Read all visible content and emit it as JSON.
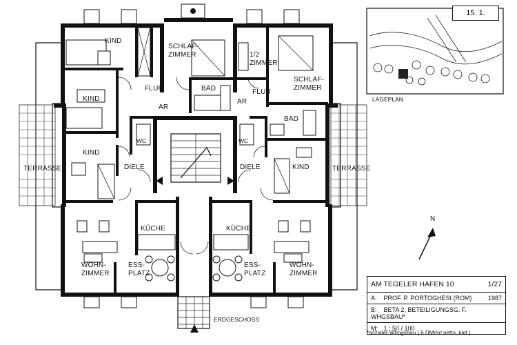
{
  "page_ref": "15. 1.",
  "site_plan": {
    "label": "LAGEPLAN"
  },
  "north": {
    "label": "N"
  },
  "ground_floor_label": "ERDGESCHOSS",
  "rooms": {
    "kind_top_left": "KIND",
    "schlafzimmer_left": [
      "SCHLAF-",
      "ZIMMER"
    ],
    "halbzimmer": [
      "1/2",
      "ZIMMER"
    ],
    "schlafzimmer_right": [
      "SCHLAF-",
      "ZIMMER"
    ],
    "kind_left_2": "KIND",
    "flur_left": "FLUR",
    "flur_right": "FLUR",
    "bad_left": "BAD",
    "bad_right": "BAD",
    "ar_left": "AR",
    "ar_right": "AR",
    "kind_left_3": "KIND",
    "kind_right": "KIND",
    "wc_left": "WC",
    "wc_right": "WC",
    "diele_left": "DIELE",
    "diele_right": "DIELE",
    "terrasse_left": "TERRASSE",
    "terrasse_right": "TERRASSE",
    "kueche_left": "KÜCHE",
    "kueche_right": "KÜCHE",
    "wohnzimmer_left": [
      "WOHN-",
      "ZIMMER"
    ],
    "wohnzimmer_right": [
      "WOHN-",
      "ZIMMER"
    ],
    "essplatz_left": [
      "ESS-",
      "PLATZ"
    ],
    "essplatz_right": [
      "ESS-",
      "PLATZ"
    ]
  },
  "title_block": {
    "title": "AM TEGELER HAFEN 10",
    "sheet": "1/27",
    "a_key": "A:",
    "a_value": "PROF. P. PORTOGHESI (ROM)",
    "a_year": "1987",
    "b_key": "B:",
    "b_value": "BETA 2, BETEILIGUNGSG. F. WHGSBAU*",
    "m_key": "M:",
    "m_value": "1 : 50 / 100",
    "footnote": "*sozialer Whngsbau ( 6 DM/m² netto, kalt )"
  }
}
